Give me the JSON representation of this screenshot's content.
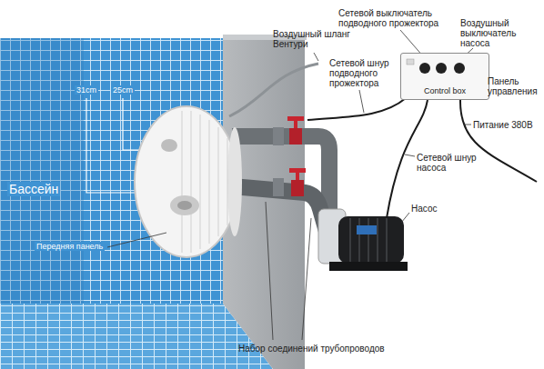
{
  "diagram": {
    "nodes": [
      {
        "text": [
          "Control box"
        ]
      }
    ],
    "labels": [
      "Воздушный шланг Вентури",
      "Сетевой выключатель подводного прожектора",
      "Воздушный выключатель насоса",
      "Сетевой шнур подводного прожектора",
      "Панель управления",
      "Питание 380В",
      "Сетевой шнур насоса",
      "Насос",
      "Бассейн",
      "Передняя панель",
      "31cm",
      "25cm",
      "Набор соединений трубопроводов"
    ]
  }
}
